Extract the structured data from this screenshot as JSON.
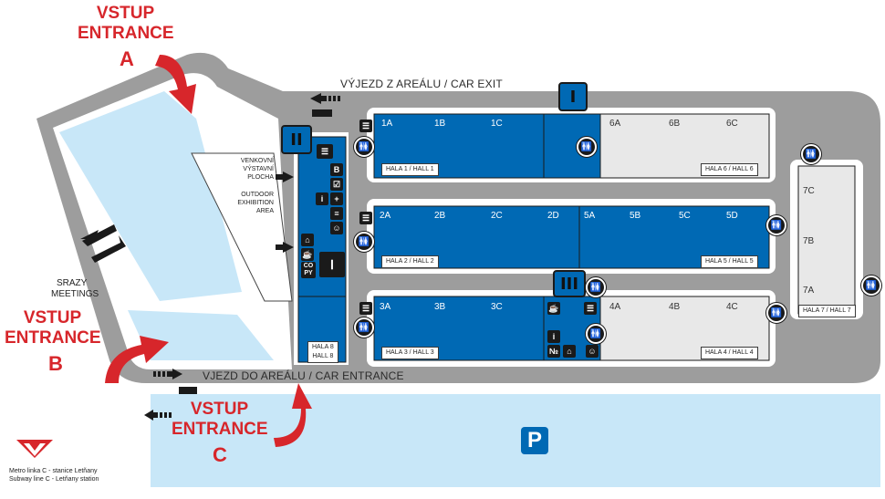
{
  "entrances": {
    "a": {
      "cz": "VSTUP",
      "en": "ENTRANCE",
      "letter": "A"
    },
    "b": {
      "cz": "VSTUP",
      "en": "ENTRANCE",
      "letter": "B"
    },
    "c": {
      "cz": "VSTUP",
      "en": "ENTRANCE",
      "letter": "C"
    }
  },
  "roads": {
    "car_exit": "VÝJEZD Z AREÁLU / CAR EXIT",
    "car_entrance": "VJEZD DO AREÁLU / CAR ENTRANCE"
  },
  "outdoor_area": {
    "cz_line1": "VENKOVNÍ",
    "cz_line2": "VÝSTAVNÍ",
    "cz_line3": "PLOCHA",
    "en_line1": "OUTDOOR",
    "en_line2": "EXHIBITION",
    "en_line3": "AREA"
  },
  "meetings": {
    "line1": "SRAZY",
    "line2": "MEETINGS"
  },
  "markers": {
    "one": "I",
    "two": "II",
    "three": "III"
  },
  "halls": {
    "h1": "HALA 1 / HALL 1",
    "h2": "HALA 2 / HALL 2",
    "h3": "HALA 3 / HALL 3",
    "h4": "HALA 4 / HALL 4",
    "h5": "HALA 5 / HALL 5",
    "h6": "HALA 6 / HALL 6",
    "h7": "HALA 7 / HALL 7",
    "h8_line1": "HALA 8",
    "h8_line2": "HALL 8"
  },
  "sections": {
    "row1": [
      "1A",
      "1B",
      "1C",
      "6A",
      "6B",
      "6C"
    ],
    "row2": [
      "2A",
      "2B",
      "2C",
      "2D",
      "5A",
      "5B",
      "5C",
      "5D"
    ],
    "row3": [
      "3A",
      "3B",
      "3C",
      "4A",
      "4B",
      "4C"
    ],
    "hall7": [
      "7C",
      "7B",
      "7A"
    ]
  },
  "icons": {
    "restaurant": "restaurant-icon",
    "toilets": "toilets-icon",
    "info": "i",
    "first_aid": "+",
    "bus_b": "B",
    "cafe": "cafe-icon",
    "copy_line1": "CO",
    "copy_line2": "PY",
    "parking": "P"
  },
  "metro": {
    "line1": "Metro linka C - stanice Letňany",
    "line2": "Subway line C - Letňany station"
  },
  "colors": {
    "hall_blue": "#0069b4",
    "light_blue": "#c8e7f8",
    "road_gray": "#9d9d9d",
    "accent_red": "#d7262b"
  }
}
